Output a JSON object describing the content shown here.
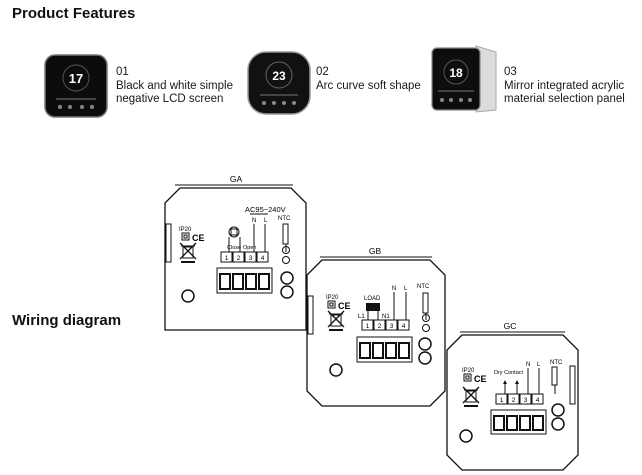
{
  "features": {
    "heading": "Product Features",
    "items": [
      {
        "number": "01",
        "line1": "Black and white simple",
        "line2": "negative LCD screen",
        "display_temp": "17"
      },
      {
        "number": "02",
        "line1": "Arc curve soft shape",
        "line2": "",
        "display_temp": "23"
      },
      {
        "number": "03",
        "line1": "Mirror integrated acrylic",
        "line2": "material selection panel",
        "display_temp": "18"
      }
    ]
  },
  "wiring": {
    "heading": "Wiring diagram",
    "ga": {
      "title": "GA",
      "voltage": "AC95~240V",
      "n": "N",
      "l": "L",
      "ntc": "NTC",
      "ip": "IP20",
      "ce": "CE",
      "close": "Close",
      "open": "Open",
      "terminals": [
        "1",
        "2",
        "3",
        "4"
      ]
    },
    "gb": {
      "title": "GB",
      "load": "LOAD",
      "n": "N",
      "l": "L",
      "ntc": "NTC",
      "l1": "L1",
      "n1": "N1",
      "ip": "IP20",
      "ce": "CE",
      "terminals": [
        "1",
        "2",
        "3",
        "4"
      ]
    },
    "gc": {
      "title": "GC",
      "dry": "Dry Contact",
      "n": "N",
      "l": "L",
      "ntc": "NTC",
      "ip": "IP20",
      "ce": "CE",
      "terminals": [
        "1",
        "2",
        "3",
        "4"
      ]
    }
  }
}
